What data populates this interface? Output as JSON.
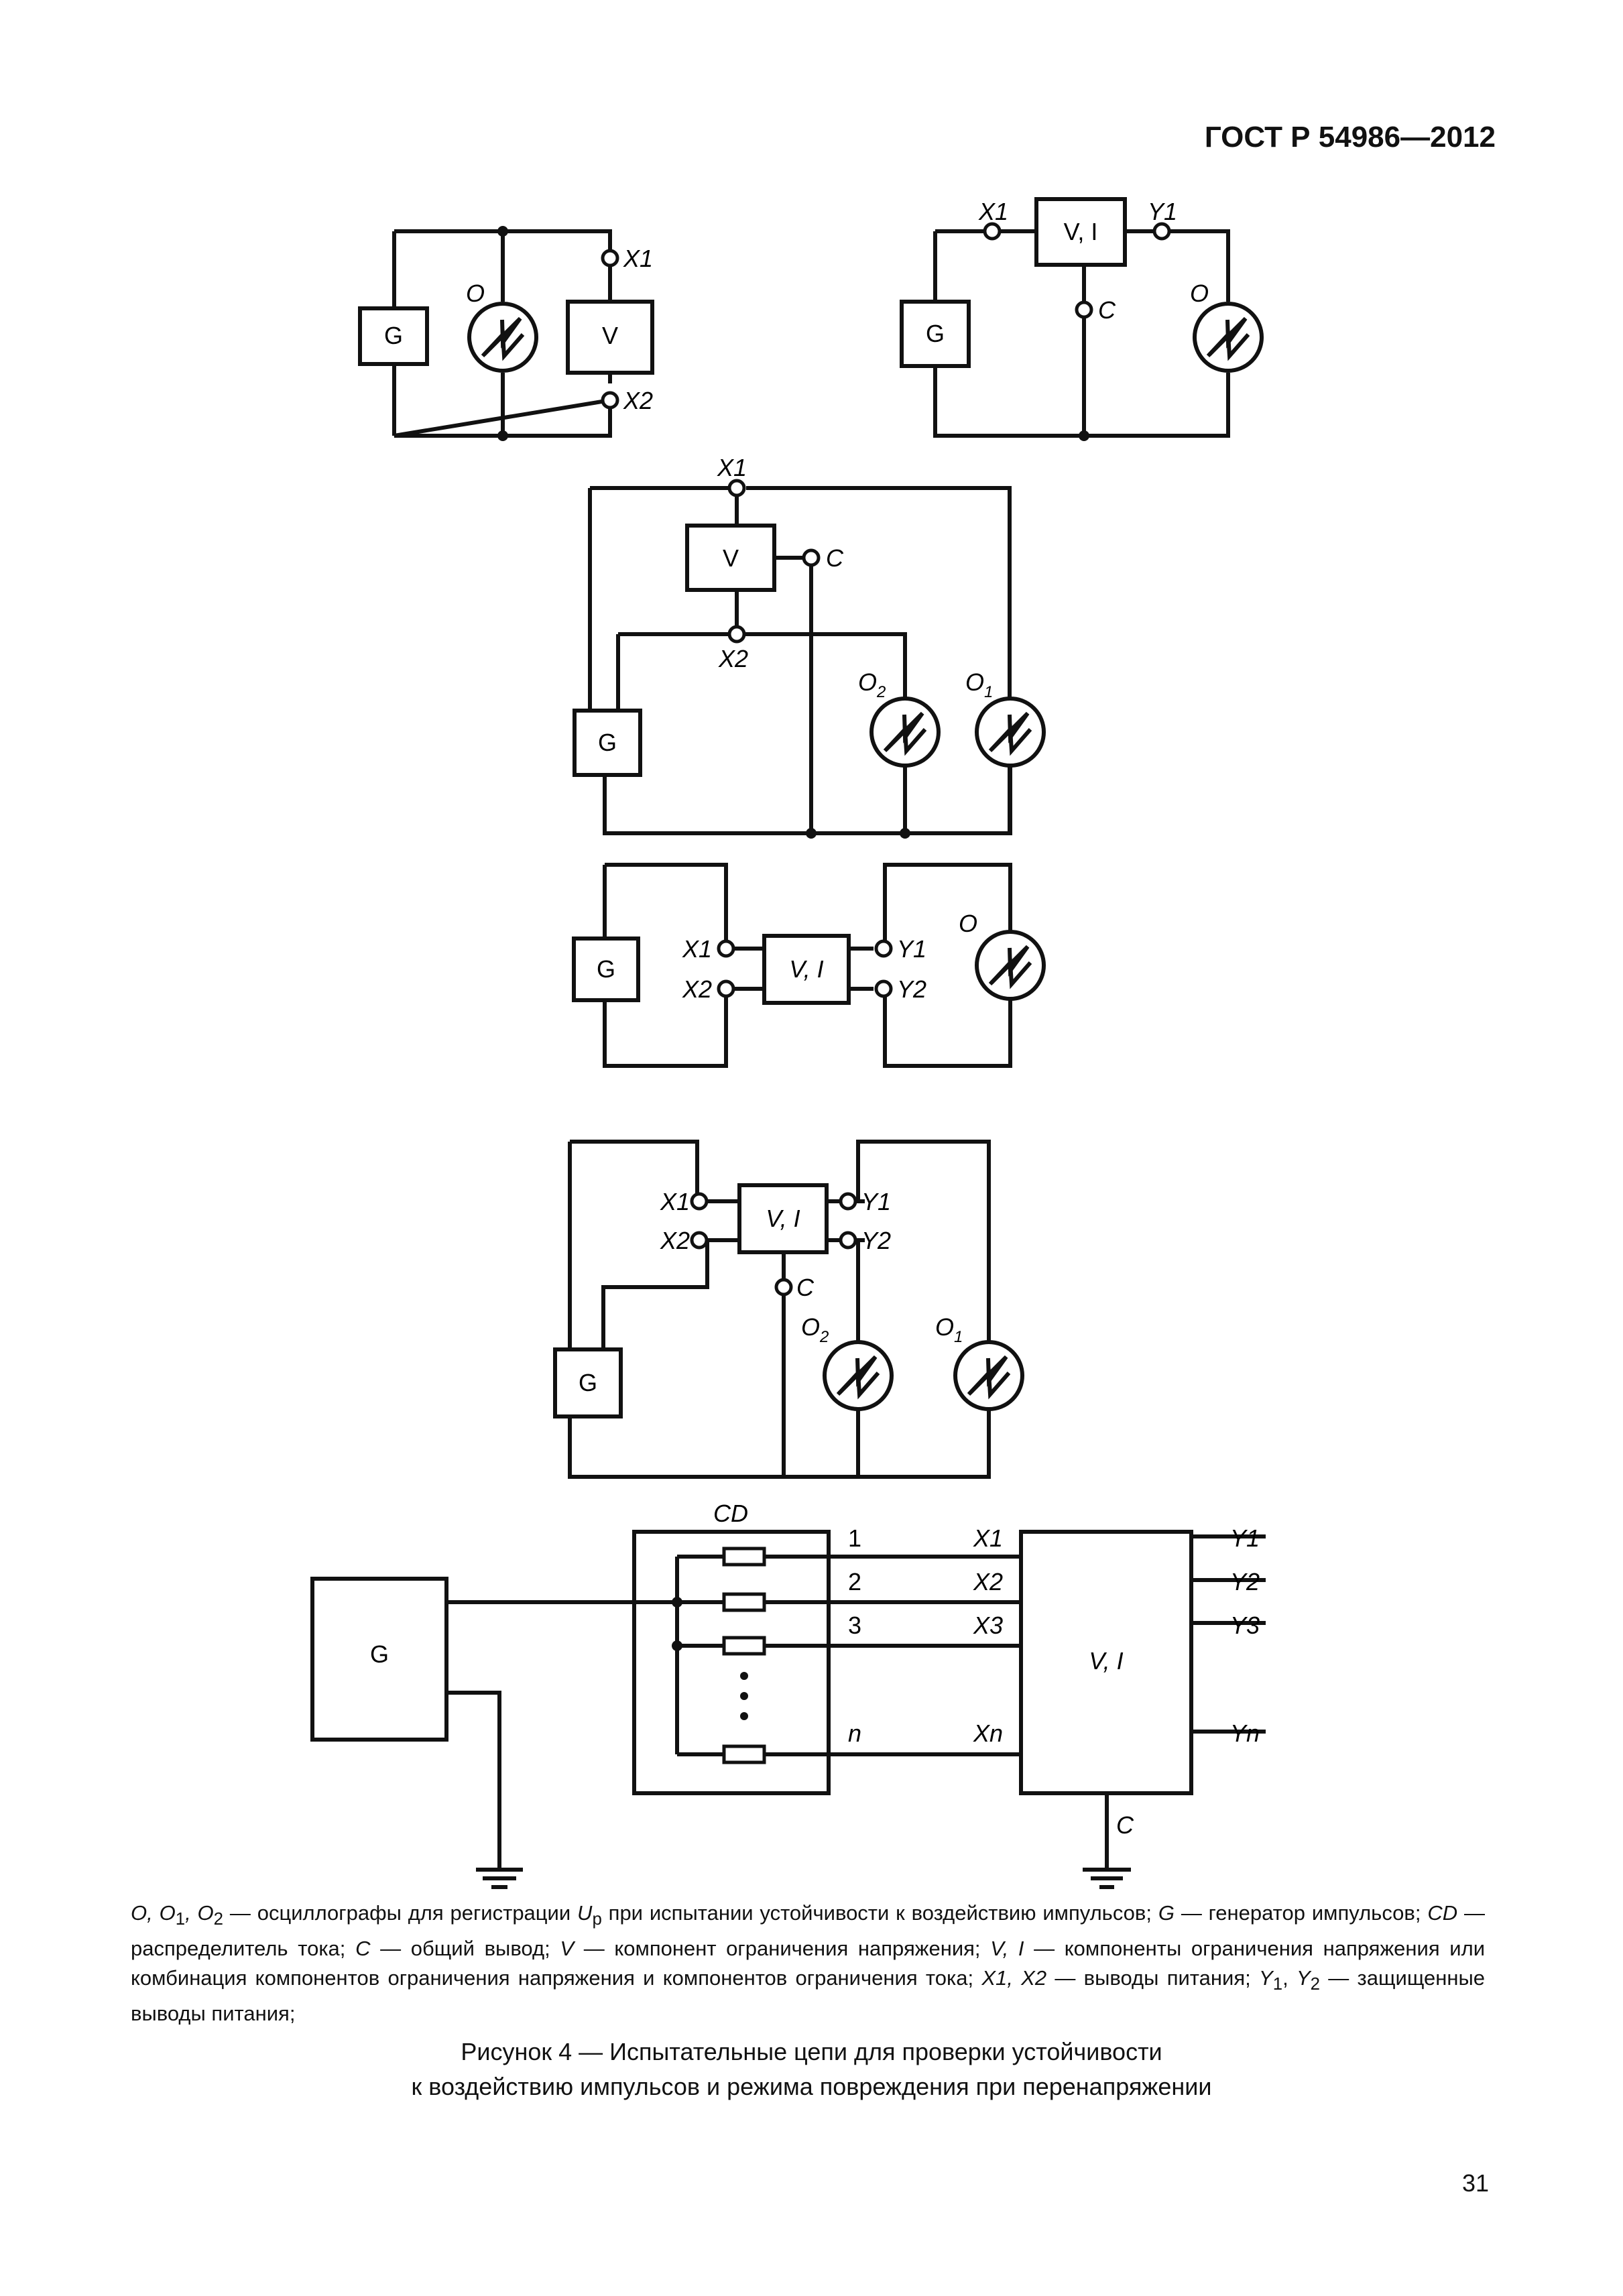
{
  "header": {
    "standard": "ГОСТ Р 54986—2012"
  },
  "labels": {
    "G": "G",
    "V": "V",
    "VI": "V, I",
    "O": "O",
    "O1": "O",
    "O1_sub": "1",
    "O2": "O",
    "O2_sub": "2",
    "X1": "X1",
    "X2": "X2",
    "X3": "X3",
    "Xn": "Xn",
    "Y1": "Y1",
    "Y2": "Y2",
    "Y3": "Y3",
    "Yn": "Yn",
    "C": "C",
    "CD": "CD",
    "ch1": "1",
    "ch2": "2",
    "ch3": "3",
    "chn": "n"
  },
  "legend": {
    "p1": "O, O",
    "p1_sub1": "1",
    "p2": ", O",
    "p2_sub": "2",
    "p3": " — осциллографы для регистрации ",
    "p3_u": "U",
    "p3_u_sub": "р",
    "p4": " при испытании устойчивости к воздействию импульсов; ",
    "p5": "G",
    "p6": " — генератор импульсов; ",
    "p7": "CD",
    "p8": " — распределитель тока; ",
    "p9": "C",
    "p10": " — общий вывод; ",
    "p11": "V",
    "p12": " — компонент ограничения напряжения; ",
    "p13": "V, I",
    "p14": " — компоненты ограничения напряжения или комбинация компонентов ограничения напряжения и компонентов ограничения тока; ",
    "p15": "X1, X2",
    "p16": " — выводы питания; ",
    "p17": "Y",
    "p17_sub": "1",
    "p18": ", ",
    "p19": "Y",
    "p19_sub": "2",
    "p20": " — защищенные выводы питания;"
  },
  "caption": {
    "line1": "Рисунок 4 — Испытательные цепи для проверки устойчивости",
    "line2": "к воздействию импульсов и режима повреждения при перенапряжении"
  },
  "page_number": "31"
}
